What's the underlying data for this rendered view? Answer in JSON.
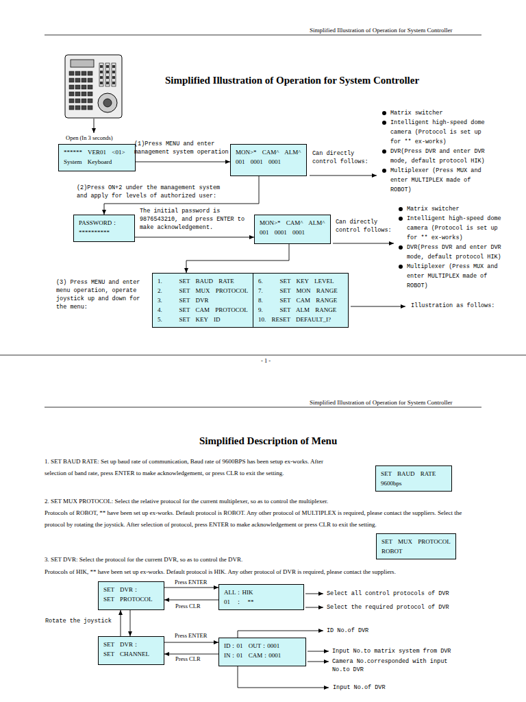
{
  "diagram": {
    "title": "Simplified Illustration of Operation for System Controller",
    "nodes": [
      {
        "text": [
          "****** VER01 <01>",
          "System Keyboard"
        ]
      },
      {
        "text": [
          "MON>* CAM^ ALM^",
          "001 0001 0001"
        ]
      },
      {
        "text": [
          "PASSWORD：",
          "**********"
        ]
      },
      {
        "text": [
          "MON>* CAM^ ALM^",
          "001 0001 0001"
        ]
      },
      {
        "text": [
          "1.   SET BAUD RATE",
          "2.   SET MUX PROTOCOL",
          "3.   SET DVR",
          "4.   SET CAM PROTOCOL",
          "5.   SET KEY ID"
        ]
      },
      {
        "text": [
          "6.   SET KEY LEVEL",
          "7.   SET MON RANGE",
          "8.   SET CAM RANGE",
          "9.   SET ALM RANGE",
          "10. RESET DEFAULT_I?"
        ]
      },
      {
        "text": [
          "SET BAUD RATE",
          "9600bps"
        ]
      },
      {
        "text": [
          "SET MUX PROTOCOL",
          "ROBOT"
        ]
      },
      {
        "text": [
          "SET DVR：",
          "SET PROTOCOL"
        ]
      },
      {
        "text": [
          "ALL：HIK",
          "01 ： **"
        ]
      },
      {
        "text": [
          "SET DVR：",
          "SET CHANNEL"
        ]
      },
      {
        "text": [
          "ID：01 OUT：0001",
          "IN：01 CAM：0001"
        ]
      }
    ],
    "edges": [
      {
        "from": 0,
        "to": 1,
        "arrow": "to",
        "label": "(1)Press MENU and enter management system operation"
      },
      {
        "from": 1,
        "to": 2,
        "arrow": "to"
      },
      {
        "from": 2,
        "to": 3,
        "arrow": "to",
        "label": "The initial password is 9876543210, and press ENTER to make acknowledgement."
      },
      {
        "from": 3,
        "to": 4,
        "arrow": "to"
      },
      {
        "from": 8,
        "to": 9,
        "arrow": "to",
        "label": "Press ENTER"
      },
      {
        "from": 9,
        "to": 8,
        "arrow": "to",
        "label": "Press CLR"
      },
      {
        "from": 8,
        "to": 10,
        "arrow": "to"
      },
      {
        "from": 10,
        "to": 8,
        "arrow": "to"
      },
      {
        "from": 10,
        "to": 11,
        "arrow": "to",
        "label": "Press ENTER"
      },
      {
        "from": 11,
        "to": 10,
        "arrow": "to",
        "label": "Press CLR"
      }
    ],
    "labels": [
      "Simplified Illustration of Operation for System Controller",
      "Open (In 3 seconds)",
      "Can directly control follows:",
      "Matrix switcher",
      "Intelligent high-speed dome camera (Protocol is set up for ** ex-works)",
      "DVR(Press DVR and enter DVR mode, default protocol HIK)",
      "Multiplexer (Press MUX and enter MULTIPLEX made of ROBOT)",
      "(2)Press ON+2 under the management system and apply for levels of authorized user:",
      "Can directly control follows:",
      "Matrix switcher",
      "Intelligent high-speed dome camera (Protocol is set up for ** ex-works)",
      "DVR(Press DVR and enter DVR mode, default protocol HIK)",
      "Multiplexer (Press MUX and enter MULTIPLEX made of ROBOT)",
      "(3) Press MENU and enter menu operation, operate joystick up and down for the menu:",
      "Illustration as follows:",
      "- 1 -",
      "Simplified Illustration of Operation for System Controller",
      "Simplified Description of Menu",
      "1.    SET BAUD RATE: Set up baud rate of communication, Baud rate of 9600BPS has been setup ex-works. After selection of band rate, press ENTER to make acknowledgement, or press CLR to exit the setting.",
      "2.    SET MUX PROTOCOL: Select the relative protocol for the current multiplexer, so as to control the multiplexer.",
      "Protocols of ROBOT, ** have been set up ex-works. Default protocol is ROBOT. Any other protocol of MULTIPLEX is required, please contact the suppliers. Select the protocol by rotating the joystick. After selection of protocol, press ENTER to make acknowledgement or press CLR to exit the setting.",
      "3.    SET DVR: Select the protocol for the current DVR, so as to control the DVR.",
      "Protocols of HIK, ** have been set up ex-works. Default protocol is HIK. Any other protocol of DVR is required, please contact the suppliers.",
      "Select all control protocols of DVR",
      "Select the required protocol of DVR",
      "Rotate the joystick",
      "ID No.of DVR",
      "Input No.to matrix system from DVR",
      "Camera No.corresponded with input No.to DVR",
      "Input No.of DVR"
    ]
  }
}
